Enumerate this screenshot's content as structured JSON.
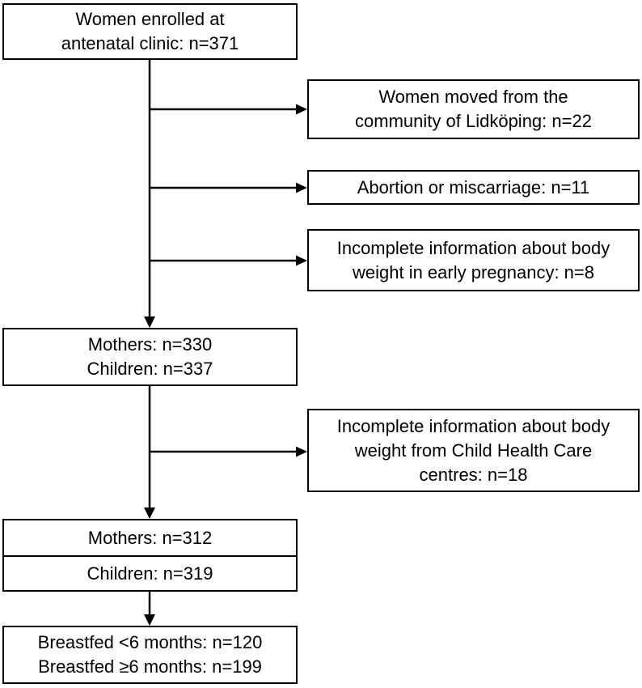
{
  "diagram": {
    "type": "flowchart",
    "colors": {
      "box_border": "#000000",
      "arrow": "#000000",
      "text": "#000000",
      "background": "#ffffff"
    },
    "boxes": {
      "enrolled": {
        "line1": "Women enrolled at",
        "line2": "antenatal clinic: n=371"
      },
      "moved": {
        "line1": "Women moved from the",
        "line2": "community of Lidköping: n=22"
      },
      "abortion": {
        "line1": "Abortion or miscarriage: n=11"
      },
      "incomplete_pregnancy": {
        "line1": "Incomplete information about body",
        "line2": "weight in early pregnancy: n=8"
      },
      "mothers_children": {
        "line1": "Mothers: n=330",
        "line2": "Children: n=337"
      },
      "incomplete_chc": {
        "line1": "Incomplete information about body",
        "line2": "weight from Child Health Care",
        "line3": "centres: n=18"
      },
      "mothers_final": {
        "line1": "Mothers: n=312"
      },
      "children_final": {
        "line1": "Children: n=319"
      },
      "breastfed": {
        "line1": "Breastfed <6 months: n=120",
        "line2": "Breastfed ≥6 months: n=199"
      }
    }
  }
}
